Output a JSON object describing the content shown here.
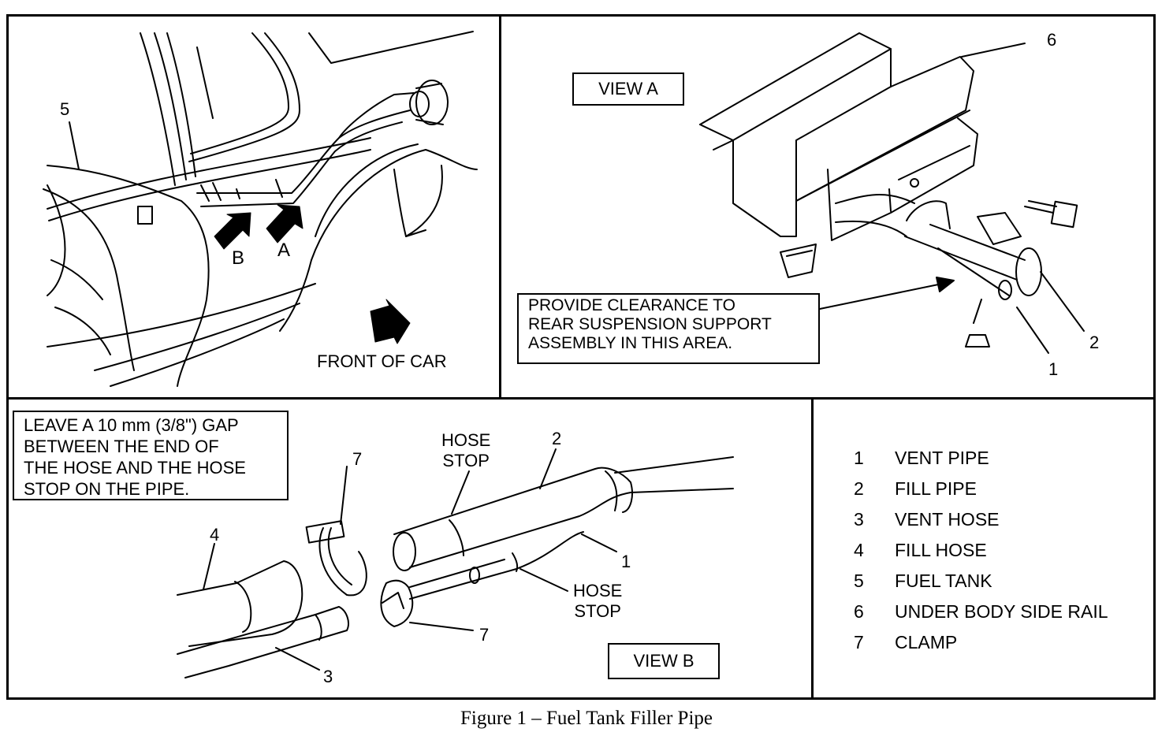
{
  "view_a": {
    "view_label": "VIEW A",
    "callout": [
      "PROVIDE CLEARANCE TO",
      "REAR SUSPENSION SUPPORT",
      "ASSEMBLY IN THIS AREA."
    ],
    "part_numbers": {
      "six": "6",
      "one": "1",
      "two": "2"
    }
  },
  "overview": {
    "part_number": "5",
    "arrow_a": "A",
    "arrow_b": "B",
    "front_label": "FRONT OF CAR"
  },
  "view_b": {
    "view_label": "VIEW B",
    "note": [
      "LEAVE A 10 mm (3/8\") GAP",
      "BETWEEN THE END OF",
      "THE HOSE AND THE HOSE",
      "STOP ON THE PIPE."
    ],
    "hose_stop_top": [
      "HOSE",
      "STOP"
    ],
    "hose_stop_bottom": [
      "HOSE",
      "STOP"
    ],
    "part_numbers": {
      "seven_top": "7",
      "seven_bottom": "7",
      "two": "2",
      "one": "1",
      "four": "4",
      "three": "3"
    }
  },
  "legend": [
    {
      "num": "1",
      "text": "VENT PIPE"
    },
    {
      "num": "2",
      "text": "FILL PIPE"
    },
    {
      "num": "3",
      "text": "VENT HOSE"
    },
    {
      "num": "4",
      "text": "FILL HOSE"
    },
    {
      "num": "5",
      "text": "FUEL TANK"
    },
    {
      "num": "6",
      "text": "UNDER BODY SIDE RAIL"
    },
    {
      "num": "7",
      "text": "CLAMP"
    }
  ],
  "caption": "Figure 1 – Fuel Tank Filler Pipe"
}
